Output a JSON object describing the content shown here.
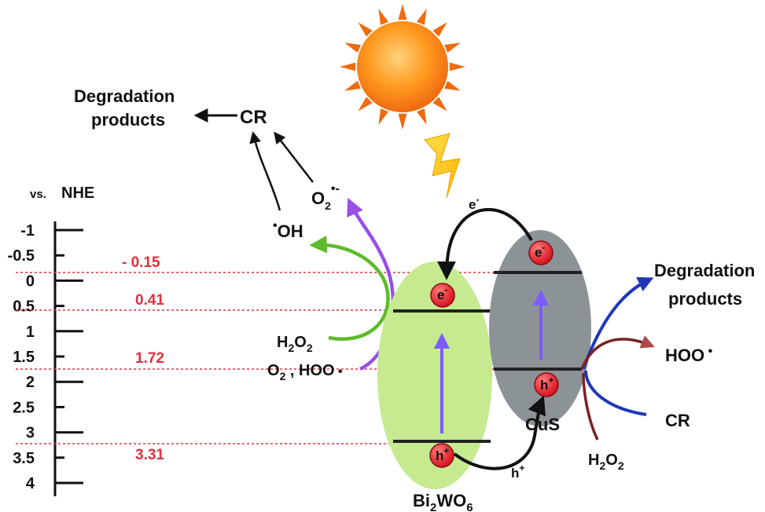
{
  "scale": {
    "header_vs": "vs.",
    "header_ref": "NHE",
    "ticks": [
      "-1",
      "-0.5",
      "0",
      "0.5",
      "1",
      "1.5",
      "2",
      "2.5",
      "3",
      "3.5",
      "4"
    ]
  },
  "potentials": [
    "- 0.15",
    "0.41",
    "1.72",
    "3.31"
  ],
  "left_products": {
    "line1": "Degradation",
    "line2": "products",
    "cr": "CR",
    "oh_radical": "OH",
    "superoxide": "O",
    "superoxide_sub": "2",
    "h2o2_H": "H",
    "h2o2_sub": "2",
    "h2o2_O": "O",
    "h2o2_sub2": "2",
    "o2_hoo_a": "O",
    "o2_hoo_sub": "2",
    "o2_hoo_b": " , HOO"
  },
  "right_products": {
    "line1": "Degradation",
    "line2": "products",
    "hoo": "HOO",
    "cr": "CR",
    "h2o2_H": "H",
    "h2o2_sub": "2",
    "h2o2_O": "O",
    "h2o2_sub2": "2"
  },
  "semiconductors": {
    "bi2wo6_a": "Bi",
    "bi2wo6_sub1": "2",
    "bi2wo6_b": "WO",
    "bi2wo6_sub2": "6",
    "cus": "CuS"
  },
  "carriers": {
    "electron": "e",
    "hole": "h",
    "transfer_electron": "e",
    "transfer_hole": "h"
  },
  "colors": {
    "bi2wo6_fill": "#c6ea8f",
    "cus_fill": "#8c9396",
    "potential_line": "#e0303f",
    "charge_ball": "#e8232f",
    "green_arrow": "#5dbb2a",
    "purple_arrow": "#9b4fe6",
    "blue_arrow": "#2038b8",
    "maroon_arrow": "#7a2222"
  }
}
